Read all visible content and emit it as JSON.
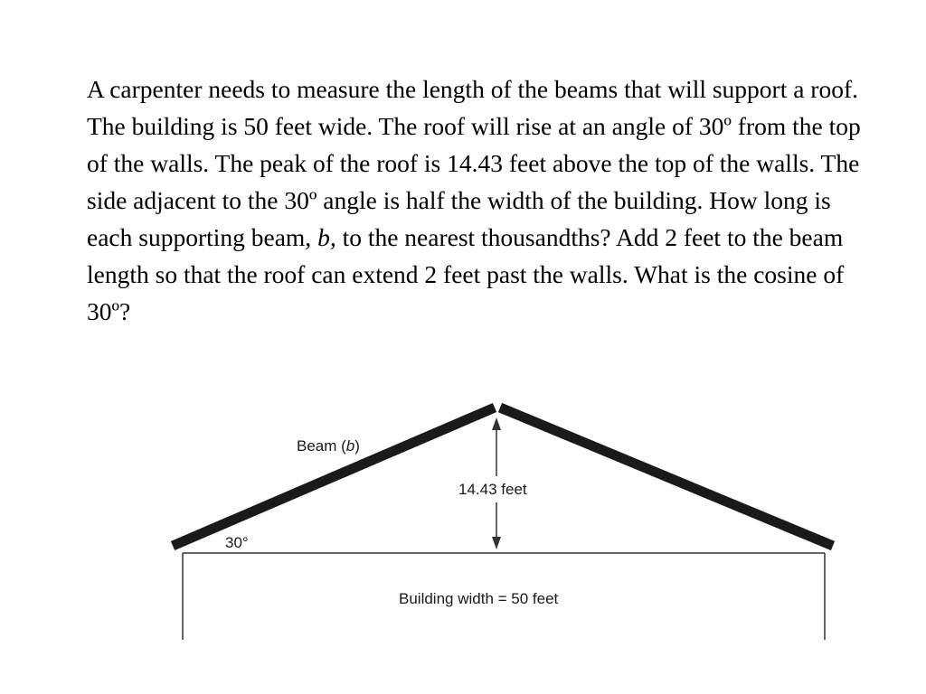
{
  "problem": {
    "part1": "A carpenter needs to measure the length of the beams that will support a roof. The building is 50 feet wide. The roof will rise at an angle of 30º from the top of the walls. The peak of the roof is 14.43 feet above the top of the walls. The side adjacent to the 30º angle is half the width of the building. How long is each supporting beam,",
    "var": "b,",
    "part2": "to the nearest thousandths? Add 2 feet to the beam length so that the roof can extend 2 feet past the walls. What is the cosine of 30º?"
  },
  "diagram": {
    "beam_label": "Beam (",
    "beam_var": "b",
    "beam_close": ")",
    "height_label": "14.43 feet",
    "angle_label": "30°",
    "width_label": "Building width = 50 feet"
  },
  "colors": {
    "text": "#000000",
    "beam": "#1a1a1a",
    "line": "#333333"
  }
}
